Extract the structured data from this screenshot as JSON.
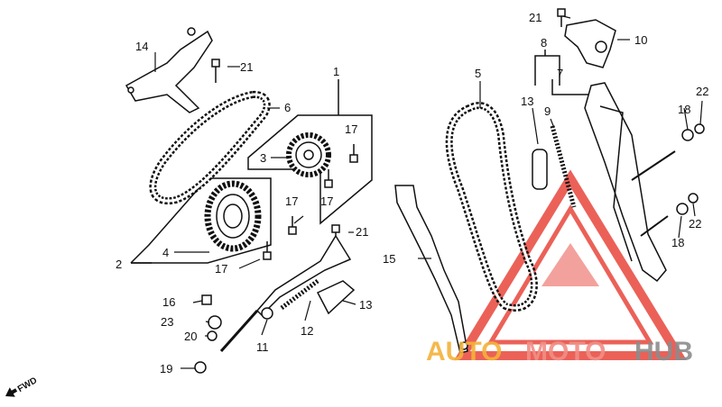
{
  "diagram": {
    "labels": {
      "p1": "1",
      "p2": "2",
      "p3": "3",
      "p4": "4",
      "p5": "5",
      "p6": "6",
      "p7": "7",
      "p8": "8",
      "p9": "9",
      "p10": "10",
      "p11": "11",
      "p12": "12",
      "p13a": "13",
      "p13b": "13",
      "p14": "14",
      "p15": "15",
      "p16": "16",
      "p17a": "17",
      "p17b": "17",
      "p17c": "17",
      "p17d": "17",
      "p18a": "18",
      "p18b": "18",
      "p19": "19",
      "p20": "20",
      "p21a": "21",
      "p21b": "21",
      "p21c": "21",
      "p22a": "22",
      "p22b": "22",
      "p23": "23"
    },
    "fwd": "FWD"
  },
  "watermark": {
    "auto": "AUTO",
    "moto": "MOTO",
    "hub": "HUB",
    "colors": {
      "auto": "#f3b23a",
      "moto": "#f08f86",
      "hub": "#8c8c8c",
      "triangle": "#e8463c"
    }
  }
}
